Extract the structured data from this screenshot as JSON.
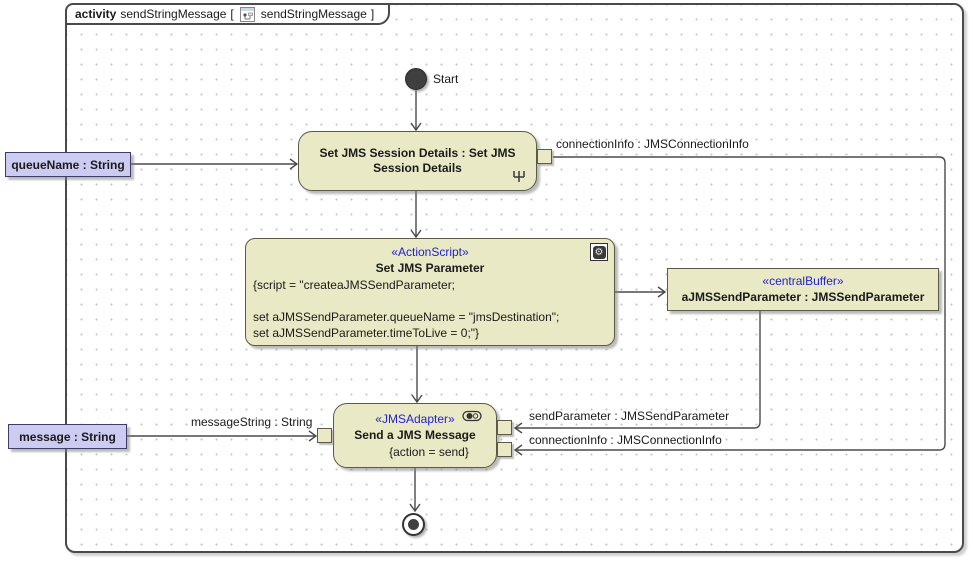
{
  "frame": {
    "keyword": "activity",
    "name": "sendStringMessage",
    "bracket_open": "[",
    "diagram_name": "sendStringMessage",
    "bracket_close": "]"
  },
  "nodes": {
    "start": {
      "label": "Start"
    },
    "set_session": {
      "title": "Set JMS Session Details : Set JMS Session Details"
    },
    "action_script": {
      "stereotype": "«ActionScript»",
      "title": "Set JMS Parameter",
      "body_lines": [
        "{script = \"createaJMSSendParameter;",
        "",
        "set aJMSSendParameter.queueName = \"jmsDestination\";",
        "set aJMSSendParameter.timeToLive = 0;\"}"
      ]
    },
    "central_buffer": {
      "stereotype": "«centralBuffer»",
      "title": "aJMSSendParameter : JMSSendParameter"
    },
    "send_message": {
      "stereotype": "«JMSAdapter»",
      "title": "Send a JMS Message",
      "constraint": "{action = send}"
    }
  },
  "params": {
    "queue_name": "queueName : String",
    "message": "message : String"
  },
  "edge_labels": {
    "connection_info_top": "connectionInfo : JMSConnectionInfo",
    "send_parameter": "sendParameter : JMSSendParameter",
    "connection_info_bottom": "connectionInfo : JMSConnectionInfo",
    "message_string": "messageString : String"
  },
  "colors": {
    "node_fill": "#e9e9c6",
    "node_border": "#5b5b47",
    "param_fill": "#ccccf2",
    "stereotype_text": "#2222cc",
    "edge_line": "#4a4a4a",
    "start_node": "#3f3f3f"
  }
}
